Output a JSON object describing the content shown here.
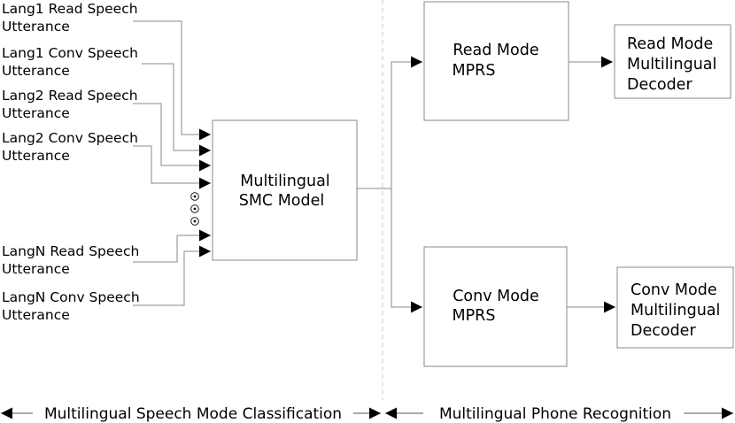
{
  "inputs": [
    {
      "line1": "Lang1 Read Speech",
      "line2": "Utterance"
    },
    {
      "line1": "Lang1 Conv Speech",
      "line2": "Utterance"
    },
    {
      "line1": "Lang2 Read Speech",
      "line2": "Utterance"
    },
    {
      "line1": "Lang2 Conv Speech",
      "line2": "Utterance"
    },
    {
      "line1": "LangN Read Speech",
      "line2": "Utterance"
    },
    {
      "line1": "LangN Conv Speech",
      "line2": "Utterance"
    }
  ],
  "smc": {
    "line1": "Multilingual",
    "line2": "SMC Model"
  },
  "read_mprs": {
    "line1": "Read Mode",
    "line2": "MPRS"
  },
  "conv_mprs": {
    "line1": "Conv Mode",
    "line2": "MPRS"
  },
  "read_decoder": {
    "line1": "Read Mode",
    "line2": "Multilingual",
    "line3": "Decoder"
  },
  "conv_decoder": {
    "line1": "Conv Mode",
    "line2": "Multilingual",
    "line3": "Decoder"
  },
  "footer": {
    "left": "Multilingual Speech Mode Classification",
    "right": "Multilingual Phone Recognition"
  }
}
